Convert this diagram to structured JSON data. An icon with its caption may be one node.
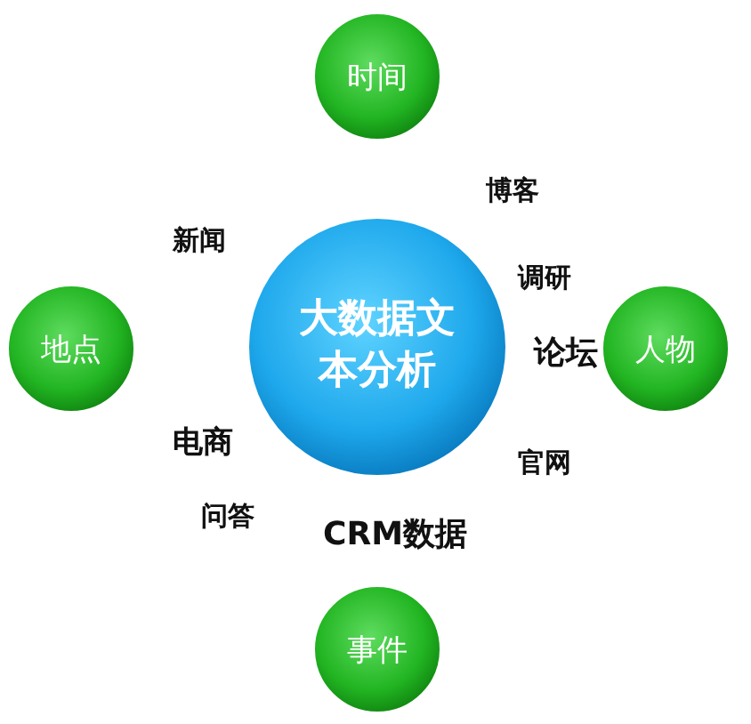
{
  "diagram": {
    "nodes": [
      {
        "text": [
          "大数据文本分析"
        ]
      },
      {
        "text": [
          "时间"
        ]
      },
      {
        "text": [
          "地点"
        ]
      },
      {
        "text": [
          "人物"
        ]
      },
      {
        "text": [
          "事件"
        ]
      }
    ],
    "labels": [
      "博客",
      "新闻",
      "调研",
      "论坛",
      "电商",
      "官网",
      "问答",
      "CRM数据"
    ]
  }
}
